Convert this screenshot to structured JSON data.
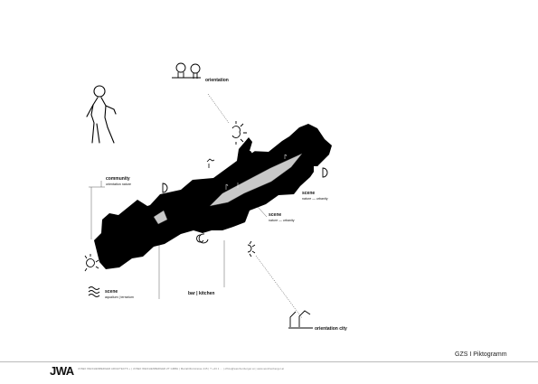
{
  "diagram": {
    "labels": {
      "orientation": "orientation",
      "community": "community",
      "community_sub": "orientation nature",
      "scene_right": "scene",
      "scene_right_sub": "nature — urbanity",
      "scene_center": "scene",
      "scene_center_sub": "nature — urbanity",
      "scene_left": "scene",
      "scene_left_sub": "aqualium | terrarium",
      "bar_kitchen": "bar | kitchen",
      "orientation_city": "orientation city"
    }
  },
  "footer": {
    "title": "GZS  I  Piktogramm",
    "logo": "JWA",
    "text": "JOSEF WEICHENBERGER ARCHITECTS +   |   JOSEF WEICHENBERGER ZT GMBH   |   Mariahilferstrasse 215   |   T  +43 1 ...   |   office@weichenberger.at   |   www.weichenberger.at"
  },
  "colors": {
    "ink": "#000000",
    "glass": "#c8c8c8",
    "background": "#ffffff"
  },
  "icons": [
    "human-figure-icon",
    "trees-icon",
    "sun-icon",
    "wave-icon",
    "moon-icon",
    "city-roofs-icon"
  ]
}
